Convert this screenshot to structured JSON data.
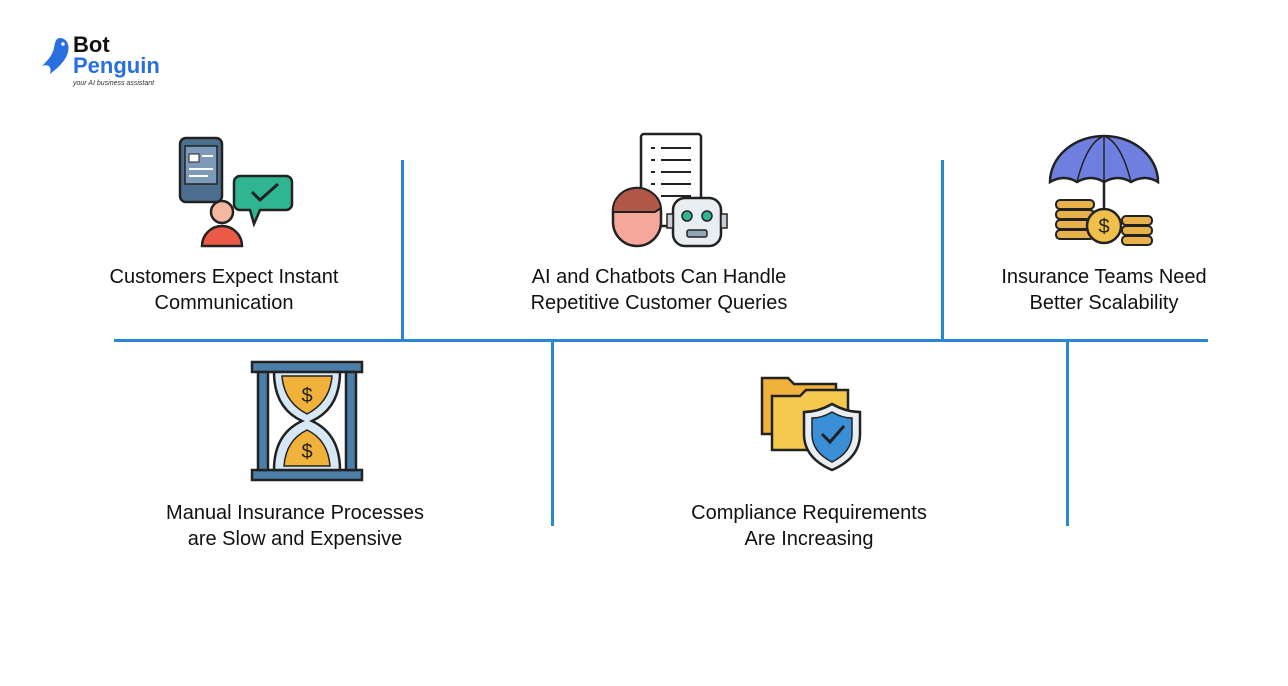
{
  "brand": {
    "line1": "Bot",
    "line2": "Penguin",
    "tagline": "your AI business assistant",
    "colors": {
      "primary": "#2a6fe0",
      "dark": "#111111"
    }
  },
  "accent_color": "#2b86d6",
  "cards": [
    {
      "lines": [
        "Customers Expect Instant",
        "Communication"
      ],
      "icon": "phone-chat-icon"
    },
    {
      "lines": [
        "AI and Chatbots Can Handle",
        "Repetitive Customer Queries"
      ],
      "icon": "checklist-robot-icon"
    },
    {
      "lines": [
        "Insurance Teams Need",
        "Better Scalability"
      ],
      "icon": "umbrella-coins-icon"
    },
    {
      "lines": [
        "Manual Insurance Processes",
        "are Slow and Expensive"
      ],
      "icon": "hourglass-money-icon"
    },
    {
      "lines": [
        "Compliance Requirements",
        "Are Increasing"
      ],
      "icon": "folder-shield-icon"
    }
  ]
}
